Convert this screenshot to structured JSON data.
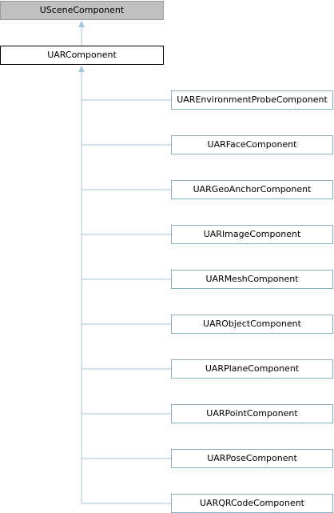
{
  "colors": {
    "edge": "#a0c4de",
    "base_fill": "#bfbfbf",
    "base_border": "#999999",
    "derived_border": "#84b0c7"
  },
  "diagram": {
    "base_class": "USceneComponent",
    "parent_class": "UARComponent",
    "children": [
      "UAREnvironmentProbeComponent",
      "UARFaceComponent",
      "UARGeoAnchorComponent",
      "UARImageComponent",
      "UARMeshComponent",
      "UARObjectComponent",
      "UARPlaneComponent",
      "UARPointComponent",
      "UARPoseComponent",
      "UARQRCodeComponent"
    ]
  }
}
